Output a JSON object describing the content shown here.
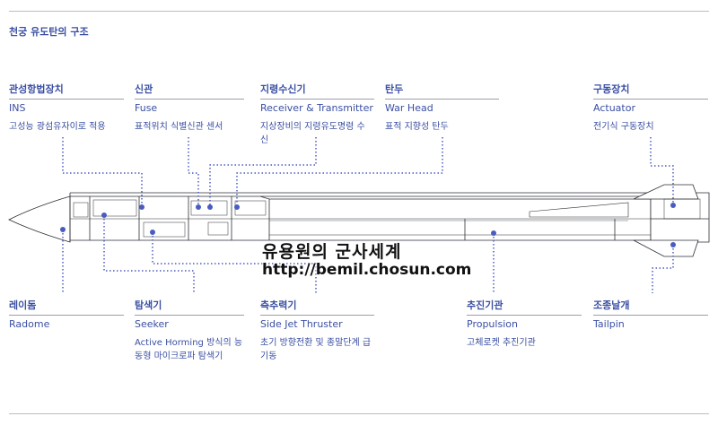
{
  "title": "천궁 유도탄의 구조",
  "labels": {
    "ins": {
      "ko": "관성항법장치",
      "en": "INS",
      "desc": "고성능 광섬유자이로 적용"
    },
    "fuse": {
      "ko": "신관",
      "en": "Fuse",
      "desc": "표적위치 식별신관 센서"
    },
    "receiver": {
      "ko": "지령수신기",
      "en": "Receiver & Transmitter",
      "desc": "지상장비의 지령유도명령 수신"
    },
    "warhead": {
      "ko": "탄두",
      "en": "War Head",
      "desc": "표적 지향성 탄두"
    },
    "actuator": {
      "ko": "구동장치",
      "en": "Actuator",
      "desc": "전기식 구동장치"
    },
    "radome": {
      "ko": "레이돔",
      "en": "Radome"
    },
    "seeker": {
      "ko": "탐색기",
      "en": "Seeker",
      "desc": "Active Horming 방식의 능동형 마이크로파 탐색기"
    },
    "thruster": {
      "ko": "측추력기",
      "en": "Side Jet Thruster",
      "desc": "초기 방향전환 및 종말단계 급기동"
    },
    "propulsion": {
      "ko": "추진기관",
      "en": "Propulsion",
      "desc": "고체로켓 추진기관"
    },
    "tailpin": {
      "ko": "조종날개",
      "en": "Tailpin"
    }
  },
  "watermark": {
    "line1": "유용원의 군사세계",
    "line2": "http://bemil.chosun.com"
  },
  "colors": {
    "accent": "#3a4fa3",
    "leader": "#4a5cc0",
    "body_line": "#2b2f36"
  }
}
